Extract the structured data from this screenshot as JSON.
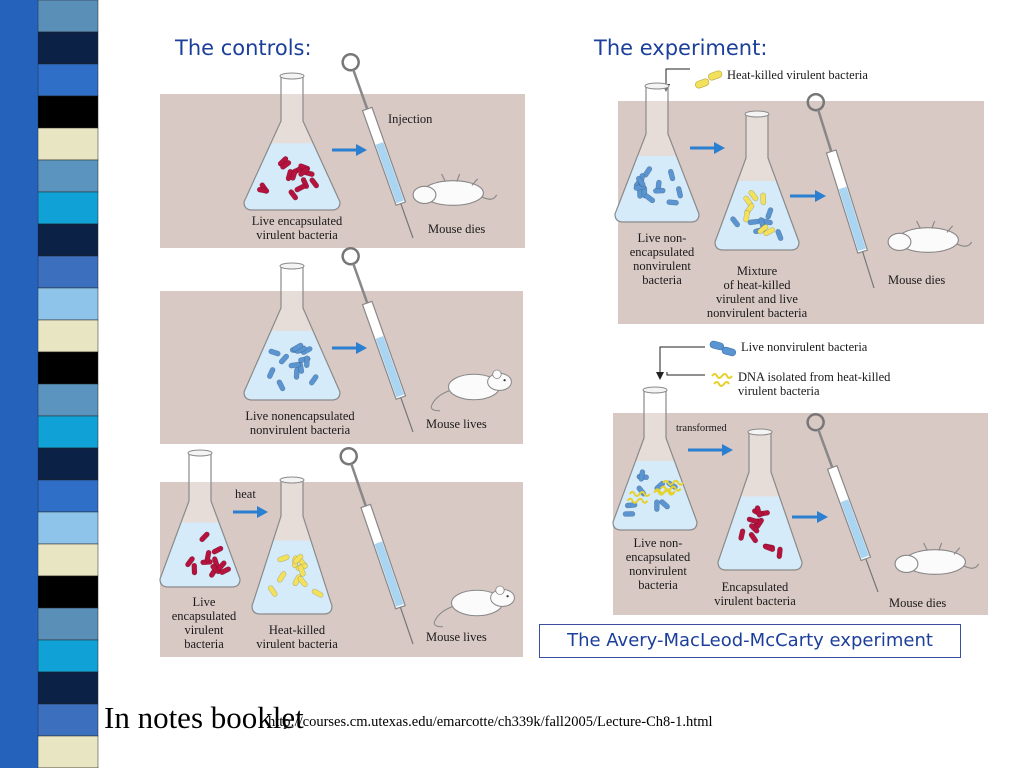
{
  "controls": {
    "title": "The controls:",
    "panel1": {
      "injection_label": "Injection",
      "bacteria_label": "Live encapsulated\nvirulent bacteria",
      "outcome": "Mouse dies"
    },
    "panel2": {
      "bacteria_label": "Live nonencapsulated\nnonvirulent bacteria",
      "outcome": "Mouse lives"
    },
    "panel3": {
      "heat_label": "heat",
      "bacteria_label": "Live\nencapsulated\nvirulent\nbacteria",
      "heated_label": "Heat-killed\nvirulent bacteria",
      "outcome": "Mouse lives"
    }
  },
  "experiment": {
    "title": "The experiment:",
    "legend_heat_killed": "Heat-killed virulent bacteria",
    "panel1": {
      "bacteria_label": "Live non-\nencapsulated\nnonvirulent\nbacteria",
      "mixture_label": "Mixture\nof heat-killed\nvirulent and live\nnonvirulent bacteria",
      "outcome": "Mouse dies"
    },
    "legend_live_nonvirulent": "Live nonvirulent bacteria",
    "legend_dna": "DNA isolated from heat-killed\nvirulent bacteria",
    "panel2": {
      "transformed_label": "transformed",
      "bacteria_label": "Live non-\nencapsulated\nnonvirulent\nbacteria",
      "result_label": "Encapsulated\nvirulent bacteria",
      "outcome": "Mouse dies"
    }
  },
  "caption": "The Avery-MacLeod-McCarty experiment",
  "notes": "In notes booklet",
  "url": "http://courses.cm.utexas.edu/emarcotte/ch339k/fall2005/Lecture-Ch8-1.html",
  "colors": {
    "title_blue": "#1b3f9a",
    "panel": "#d9c9c4",
    "virulent_red": "#b5123d",
    "nonvirulent_blue": "#5a94d1",
    "heat_killed_yellow": "#f3e15c",
    "arrow_blue": "#2a7fd0"
  }
}
